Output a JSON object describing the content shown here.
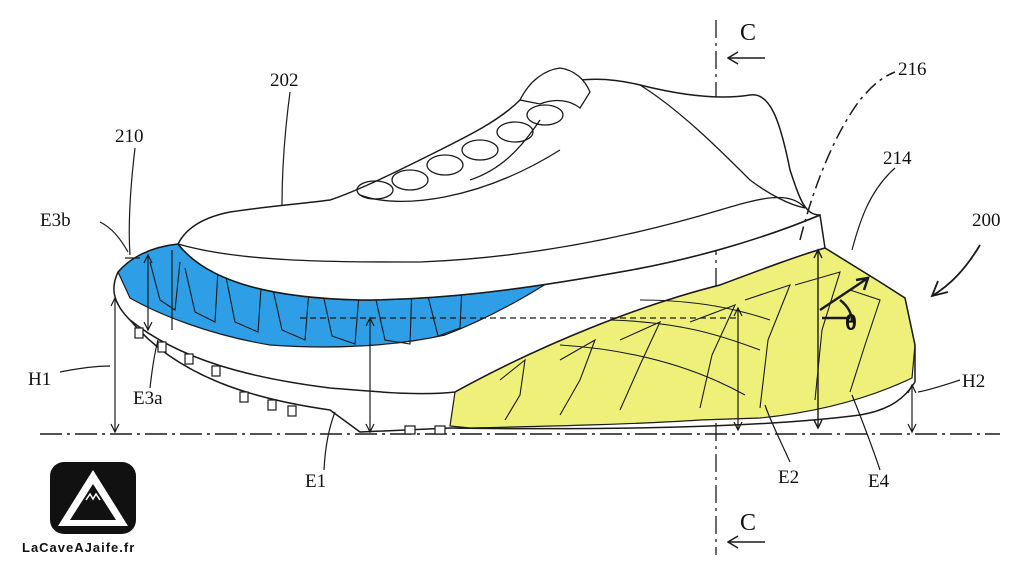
{
  "labels": {
    "shoe": "202",
    "blue_insert": "210",
    "yellow_insert": "214",
    "dashed_line": "216",
    "sole_assembly": "200",
    "e3b": "E3b",
    "e3a": "E3a",
    "h1": "H1",
    "h2": "H2",
    "e1": "E1",
    "e2": "E2",
    "e4": "E4",
    "section_top": "C",
    "section_bottom": "C",
    "angle": "θ"
  },
  "logo": {
    "text": "LaCaveAJaife.fr"
  },
  "colors": {
    "blue_insert": "#2e9fe6",
    "yellow_insert": "#eef07a",
    "line": "#1a1a1a"
  }
}
